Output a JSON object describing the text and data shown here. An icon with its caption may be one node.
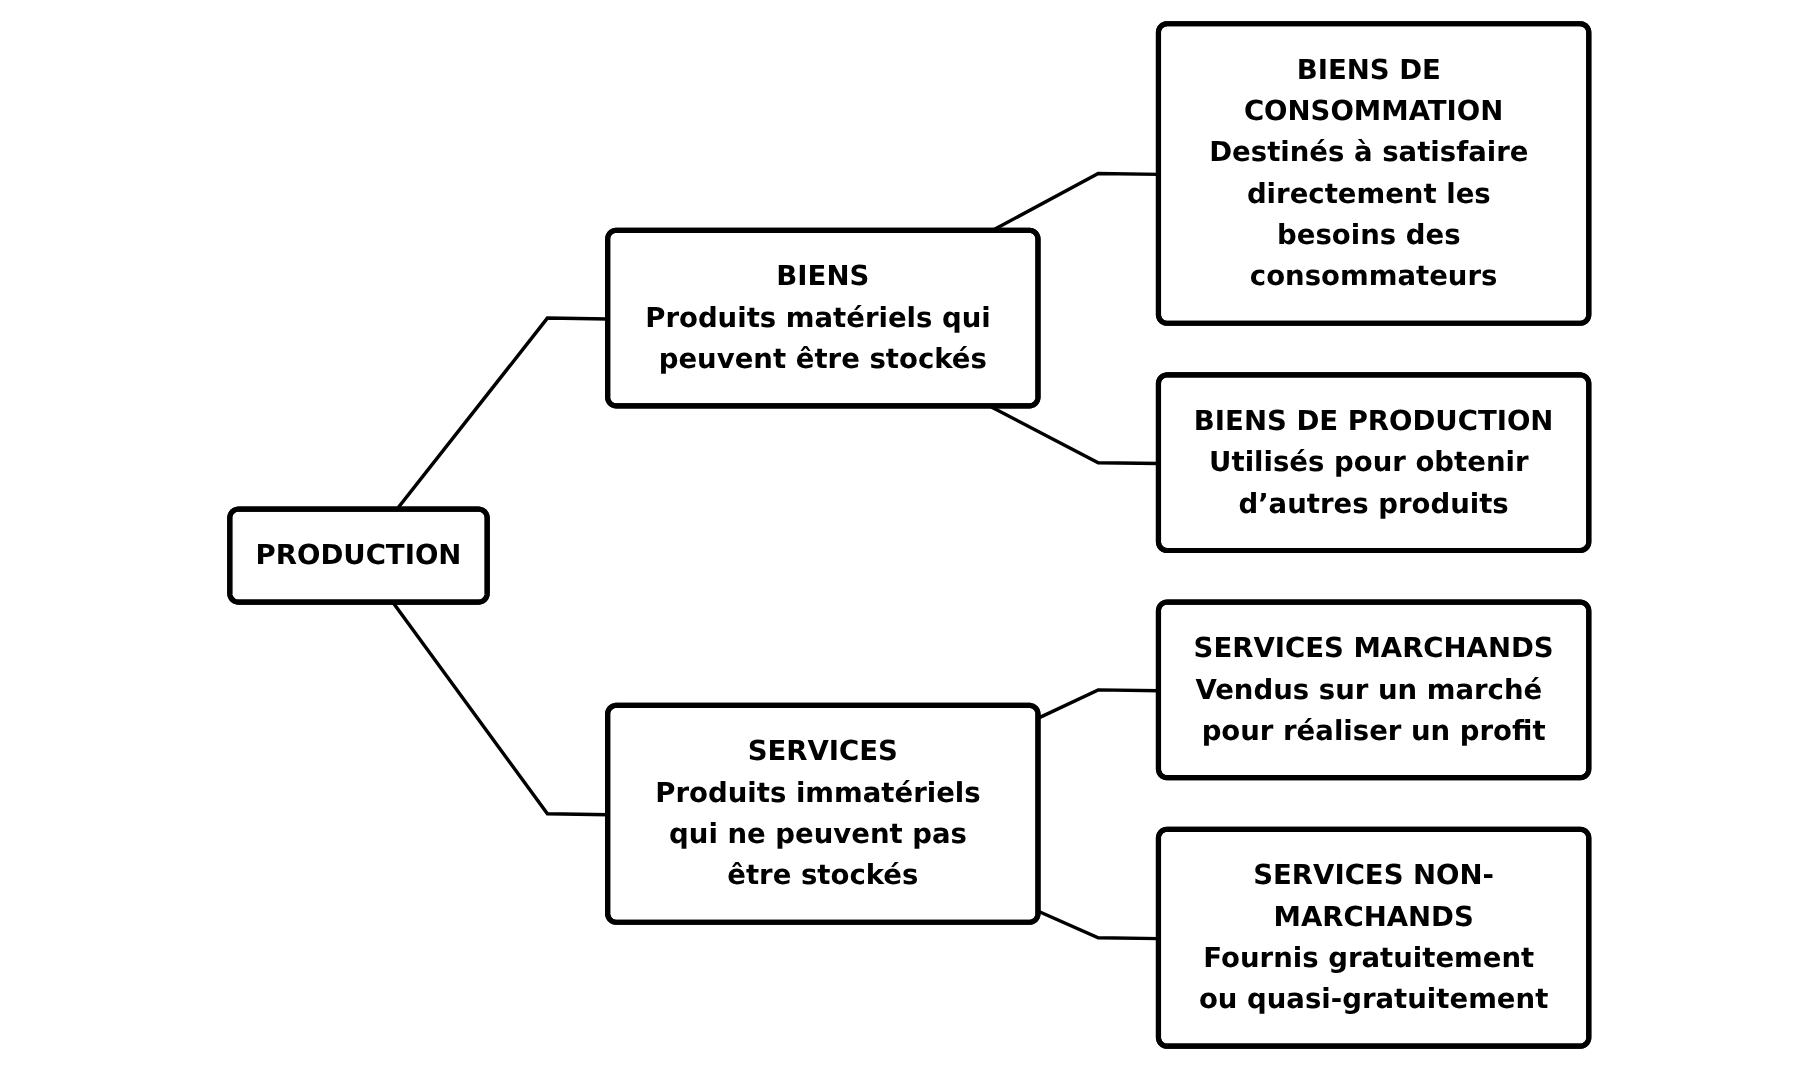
{
  "diagram": {
    "nodes": [
      {
        "text": [
          "PRODUCTION"
        ]
      },
      {
        "text": [
          "BIENS",
          "Produits matériels qui peuvent être stockés"
        ]
      },
      {
        "text": [
          "SERVICES",
          "Produits immatériels qui ne peuvent pas être stockés"
        ]
      },
      {
        "text": [
          "BIENS DE CONSOMMATION",
          "Destinés à satisfaire directement les besoins des consommateurs"
        ]
      },
      {
        "text": [
          "BIENS DE PRODUCTION",
          "Utilisés pour obtenir d’autres produits"
        ]
      },
      {
        "text": [
          "SERVICES MARCHANDS",
          "Vendus sur un marché pour réaliser un profit"
        ]
      },
      {
        "text": [
          "SERVICES NON-MARCHANDS",
          "Fournis gratuitement ou quasi-gratuitement"
        ]
      }
    ],
    "edges": [
      {
        "from": 0,
        "to": 1,
        "arrow": "none"
      },
      {
        "from": 0,
        "to": 2,
        "arrow": "none"
      },
      {
        "from": 1,
        "to": 3,
        "arrow": "none"
      },
      {
        "from": 1,
        "to": 4,
        "arrow": "none"
      },
      {
        "from": 2,
        "to": 5,
        "arrow": "none"
      },
      {
        "from": 2,
        "to": 6,
        "arrow": "none"
      }
    ]
  }
}
